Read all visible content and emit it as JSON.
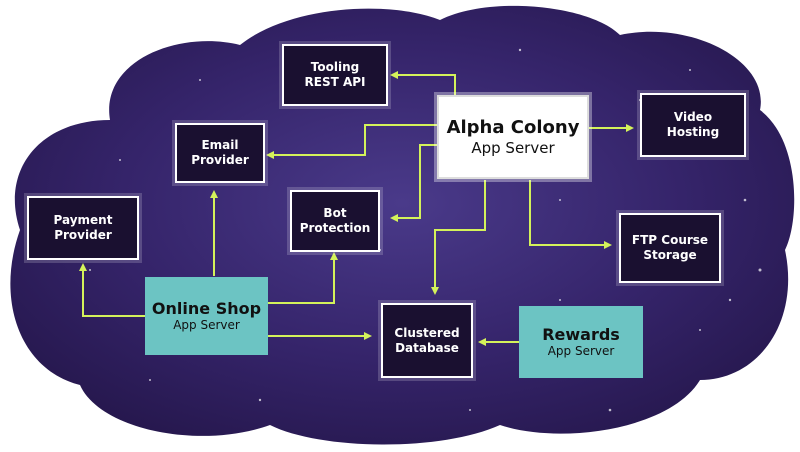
{
  "diagram": {
    "colors": {
      "cloud": "#3b2a6e",
      "connector": "#d4f25a",
      "teal": "#6cc4c3",
      "dark_box": "#1a1030"
    },
    "nodes": {
      "tooling": {
        "line1": "Tooling",
        "line2": "REST API"
      },
      "email": {
        "line1": "Email",
        "line2": "Provider"
      },
      "alpha": {
        "line1": "Alpha Colony",
        "line2": "App Server"
      },
      "video": {
        "line1": "Video",
        "line2": "Hosting"
      },
      "payment": {
        "line1": "Payment",
        "line2": "Provider"
      },
      "bot": {
        "line1": "Bot",
        "line2": "Protection"
      },
      "ftp": {
        "line1": "FTP Course",
        "line2": "Storage"
      },
      "shop": {
        "line1": "Online Shop",
        "line2": "App Server"
      },
      "db": {
        "line1": "Clustered",
        "line2": "Database"
      },
      "rewards": {
        "line1": "Rewards",
        "line2": "App Server"
      }
    }
  }
}
